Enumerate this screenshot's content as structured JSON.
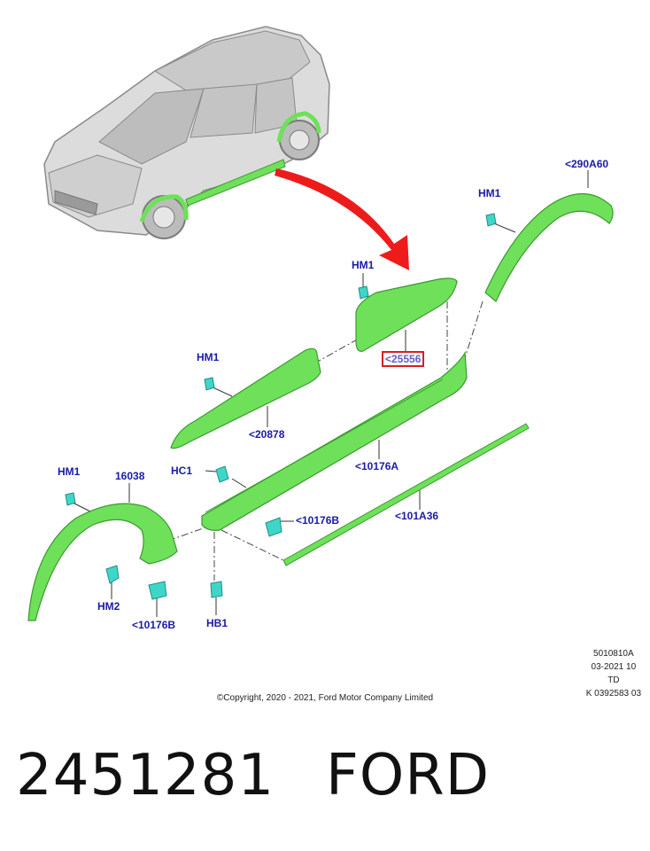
{
  "callouts": {
    "c290a60": "<290A60",
    "hm1_a": "HM1",
    "hm1_b": "HM1",
    "c25556": "<25556",
    "hm1_c": "HM1",
    "c20878": "<20878",
    "hc1": "HC1",
    "c10176a": "<10176A",
    "hm1_d": "HM1",
    "c16038": "16038",
    "c10176b_a": "<10176B",
    "c101a36": "<101A36",
    "hm2": "HM2",
    "c10176b_b": "<10176B",
    "hb1": "HB1"
  },
  "meta": {
    "line1": "5010810A",
    "line2": "03-2021 10",
    "line3": "TD",
    "line4": "K 0392583 03"
  },
  "copyright": "©Copyright, 2020 - 2021, Ford Motor Company Limited",
  "footer": {
    "part_number": "2451281",
    "brand": "FORD"
  },
  "colors": {
    "part_green": "#6fe05a",
    "clip_teal": "#3fd6c8",
    "arrow_red": "#ee1b1b",
    "label_blue": "#1a1aa8"
  }
}
